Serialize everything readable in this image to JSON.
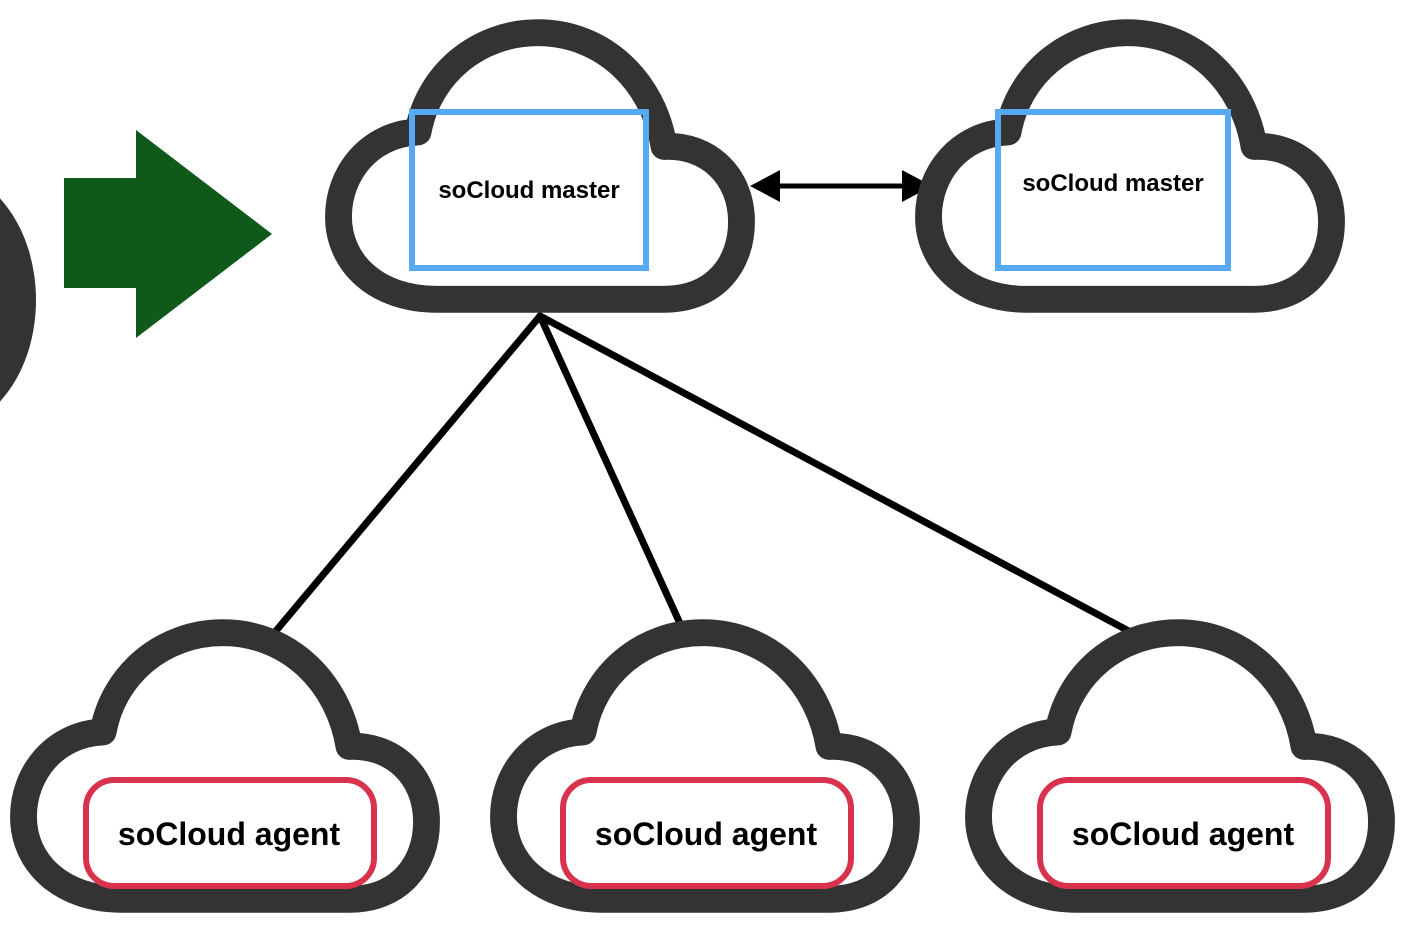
{
  "diagram": {
    "colors": {
      "cloud_outline": "#333333",
      "cloud_fill": "#ffffff",
      "master_box": "#55aaf2",
      "agent_box": "#d8324c",
      "arrow_fill": "#0f5a1a",
      "connector": "#000000",
      "partial_shape": "#333333"
    },
    "masters": [
      {
        "label": "soCloud master"
      },
      {
        "label": "soCloud master"
      }
    ],
    "agents": [
      {
        "label": "soCloud agent"
      },
      {
        "label": "soCloud agent"
      },
      {
        "label": "soCloud agent"
      }
    ],
    "edges": [
      {
        "from": "master-1",
        "to": "master-2",
        "type": "bidirectional-arrow"
      },
      {
        "from": "master-1",
        "to": "agent-1",
        "type": "line"
      },
      {
        "from": "master-1",
        "to": "agent-2",
        "type": "line"
      },
      {
        "from": "master-1",
        "to": "agent-3",
        "type": "line"
      }
    ],
    "icons": {
      "flow_arrow": "right-arrow-icon",
      "cloud": "cloud-icon"
    }
  }
}
